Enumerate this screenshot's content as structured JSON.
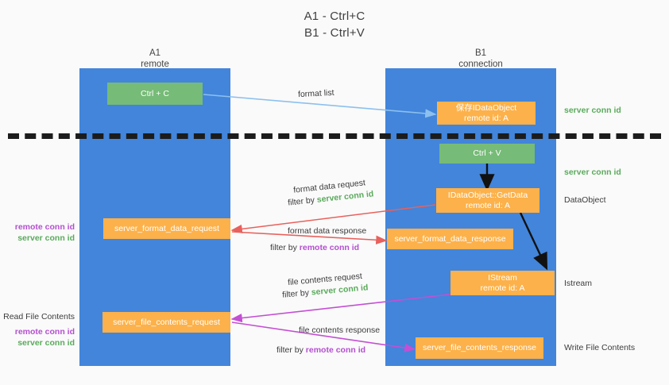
{
  "title": {
    "line1": "A1 - Ctrl+C",
    "line2": "B1 - Ctrl+V"
  },
  "columns": [
    {
      "name": "A1",
      "subtitle": "remote"
    },
    {
      "name": "B1",
      "subtitle": "connection"
    }
  ],
  "nodes": [
    {
      "id": "ctrl-c",
      "line1": "Ctrl + C",
      "line2": "",
      "color": "#76bb77"
    },
    {
      "id": "save-idataobject",
      "line1": "保存IDataObject",
      "line2": "remote id: A",
      "color": "#fcb14a"
    },
    {
      "id": "ctrl-v",
      "line1": "Ctrl + V",
      "line2": "",
      "color": "#76bb77"
    },
    {
      "id": "idataobject-getdata",
      "line1": "IDataObject::GetData",
      "line2": "remote id: A",
      "color": "#fcb14a"
    },
    {
      "id": "server-format-data-request",
      "line1": "server_format_data_request",
      "line2": "",
      "color": "#fcb14a"
    },
    {
      "id": "server-format-data-response",
      "line1": "server_format_data_response",
      "line2": "",
      "color": "#fcb14a"
    },
    {
      "id": "istream",
      "line1": "IStream",
      "line2": "remote id: A",
      "color": "#fcb14a"
    },
    {
      "id": "server-file-contents-request",
      "line1": "server_file_contents_request",
      "line2": "",
      "color": "#fcb14a"
    },
    {
      "id": "server-file-contents-response",
      "line1": "server_file_contents_response",
      "line2": "",
      "color": "#fcb14a"
    }
  ],
  "edge_labels": {
    "format_list": "format list",
    "format_data_request": "format data request",
    "format_data_request_filter_prefix": "filter by ",
    "format_data_request_filter_key": "server conn id",
    "format_data_response": "format data response",
    "format_data_response_filter_prefix": "filter by ",
    "format_data_response_filter_key": "remote conn id",
    "file_contents_request": "file contents request",
    "file_contents_request_filter_prefix": "filter by ",
    "file_contents_request_filter_key": "server conn id",
    "file_contents_response": "file contents response",
    "file_contents_response_filter_prefix": "filter by ",
    "file_contents_response_filter_key": "remote conn id"
  },
  "right_annotations": [
    {
      "id": "server-conn-id-top",
      "text": "server conn id",
      "color": "#5aaa5c"
    },
    {
      "id": "server-conn-id-second",
      "text": "server conn id",
      "color": "#5aaa5c"
    },
    {
      "id": "dataobject",
      "text": "DataObject",
      "color": "#3c3c3c"
    },
    {
      "id": "istream-label",
      "text": "Istream",
      "color": "#3c3c3c"
    },
    {
      "id": "write-file-contents",
      "text": "Write File Contents",
      "color": "#3c3c3c"
    }
  ],
  "left_annotations": [
    {
      "id": "remote-conn-id-upper",
      "text": "remote conn id",
      "color": "#b44fd0"
    },
    {
      "id": "server-conn-id-upper",
      "text": "server conn id",
      "color": "#5aaa5c"
    },
    {
      "id": "read-file-contents",
      "text": "Read File Contents",
      "color": "#3c3c3c"
    },
    {
      "id": "remote-conn-id-lower",
      "text": "remote conn id",
      "color": "#b44fd0"
    },
    {
      "id": "server-conn-id-lower",
      "text": "server conn id",
      "color": "#5aaa5c"
    }
  ],
  "colors": {
    "lane": "#4285db",
    "green_node": "#76bb77",
    "orange_node": "#fcb14a",
    "arrow_blue": "#8cc0ee",
    "arrow_red": "#e8615c",
    "arrow_purple": "#c44fd4",
    "arrow_black": "#111111",
    "divider": "#1c1c1c",
    "background": "#fafafa"
  }
}
